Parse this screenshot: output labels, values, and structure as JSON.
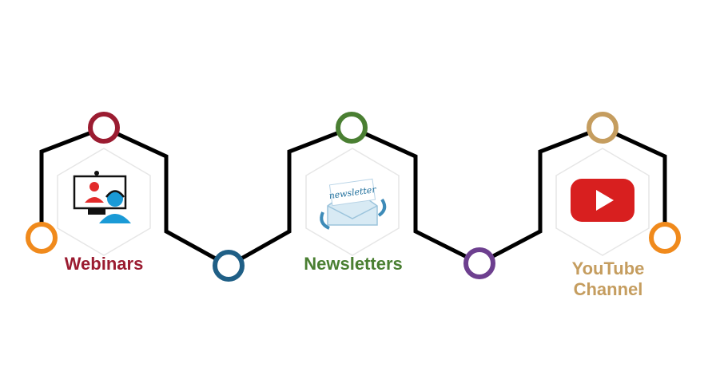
{
  "items": [
    {
      "label": "Webinars",
      "color": "#9b1c31",
      "icon": "webinar-icon"
    },
    {
      "label": "Newsletters",
      "color": "#4a7f32",
      "icon": "newsletter-envelope-icon",
      "icon_text": "newsletter"
    },
    {
      "label_line1": "YouTube",
      "label_line2": "Channel",
      "color": "#c59d5f",
      "icon": "youtube-play-icon"
    }
  ],
  "node_colors": {
    "start": "#f08a1c",
    "webinars_top": "#9b1c31",
    "valley_1": "#1f5f86",
    "newsletters_top": "#4a7f32",
    "valley_2": "#6d3f8f",
    "youtube_top": "#c59d5f",
    "end": "#f08a1c"
  },
  "line_color": "#000000"
}
